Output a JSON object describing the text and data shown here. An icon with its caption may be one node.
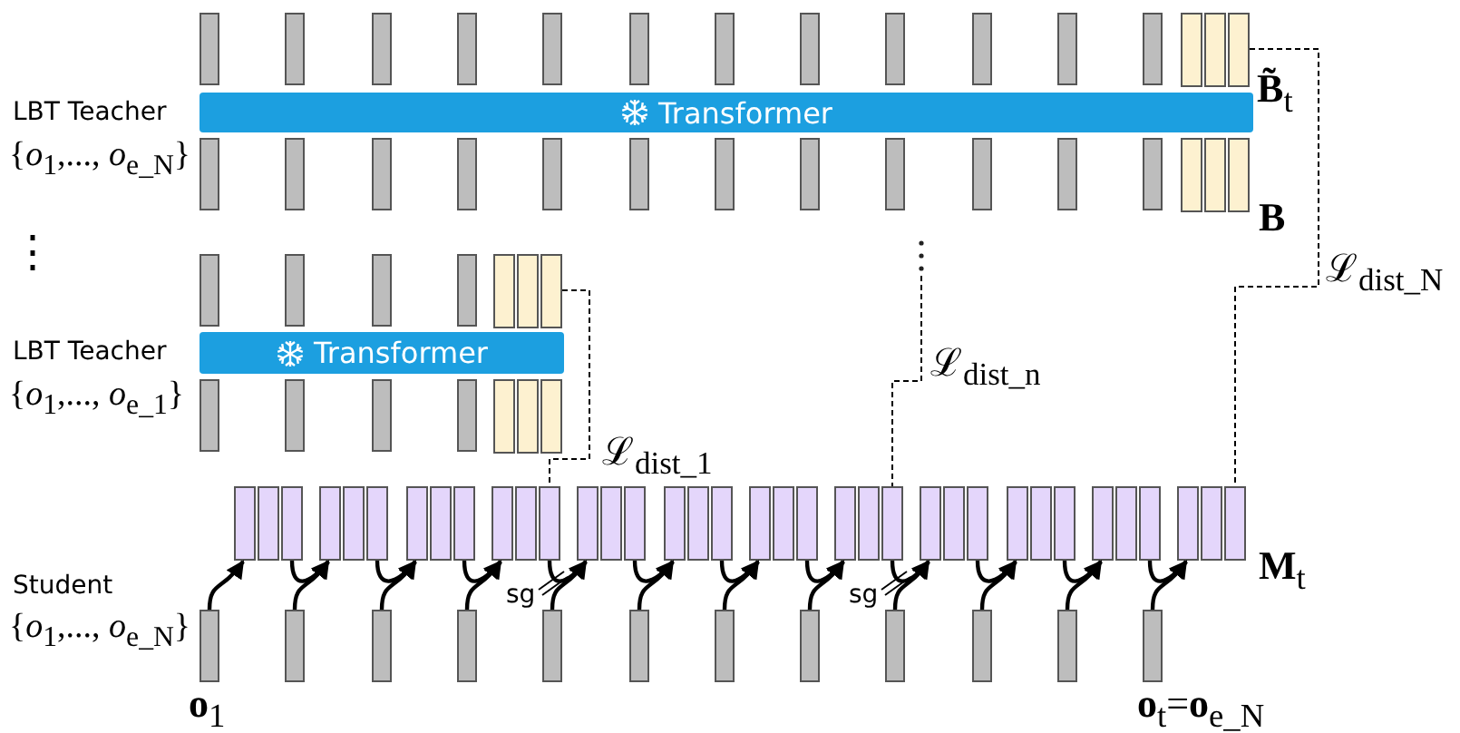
{
  "diagram": {
    "nodes": [
      {
        "text": [],
        "shape": "box"
      },
      {
        "text": [
          "Transformer"
        ]
      },
      {
        "text": [],
        "shape": "box"
      },
      {
        "text": [
          "Transformer"
        ]
      },
      {
        "text": [],
        "shape": "box"
      },
      {
        "text": [],
        "shape": "box"
      },
      {
        "text": [],
        "shape": "box"
      },
      {
        "text": [],
        "shape": "box"
      },
      {
        "text": [],
        "shape": "box"
      },
      {
        "text": [],
        "shape": "box"
      },
      {
        "text": [],
        "shape": "box"
      },
      {
        "text": [],
        "shape": "box"
      },
      {
        "text": [],
        "shape": "box"
      },
      {
        "text": [],
        "shape": "box"
      },
      {
        "text": [],
        "shape": "box"
      },
      {
        "text": [],
        "shape": "box"
      },
      {
        "text": [],
        "shape": "box"
      },
      {
        "text": [],
        "shape": "box"
      },
      {
        "text": [],
        "shape": "box"
      },
      {
        "text": [],
        "shape": "box"
      },
      {
        "text": [],
        "shape": "box"
      },
      {
        "text": [],
        "shape": "box"
      },
      {
        "text": [],
        "shape": "box"
      },
      {
        "text": [],
        "shape": "box"
      },
      {
        "text": [],
        "shape": "box"
      },
      {
        "text": [],
        "shape": "box"
      },
      {
        "text": [],
        "shape": "box"
      },
      {
        "text": [],
        "shape": "box"
      },
      {
        "text": [],
        "shape": "box"
      },
      {
        "text": [],
        "shape": "box"
      },
      {
        "text": [],
        "shape": "box"
      },
      {
        "text": [],
        "shape": "box"
      },
      {
        "text": [],
        "shape": "box"
      },
      {
        "text": [],
        "shape": "box"
      },
      {
        "text": [],
        "shape": "box"
      },
      {
        "text": [],
        "shape": "box"
      },
      {
        "text": [],
        "shape": "box"
      },
      {
        "text": [],
        "shape": "box"
      },
      {
        "text": [],
        "shape": "box"
      },
      {
        "text": [],
        "shape": "box"
      },
      {
        "text": [],
        "shape": "box"
      },
      {
        "text": [],
        "shape": "box"
      },
      {
        "text": [],
        "shape": "box"
      },
      {
        "text": [],
        "shape": "box"
      },
      {
        "text": [],
        "shape": "box"
      },
      {
        "text": [],
        "shape": "box"
      },
      {
        "text": [],
        "shape": "box"
      },
      {
        "text": [],
        "shape": "box"
      },
      {
        "text": [],
        "shape": "box"
      },
      {
        "text": [],
        "shape": "box"
      },
      {
        "text": [],
        "shape": "box"
      },
      {
        "text": [],
        "shape": "box"
      },
      {
        "text": [],
        "shape": "box"
      },
      {
        "text": [],
        "shape": "box"
      },
      {
        "text": [],
        "shape": "box"
      },
      {
        "text": [],
        "shape": "box"
      },
      {
        "text": [],
        "shape": "box"
      },
      {
        "text": [],
        "shape": "box"
      },
      {
        "text": [],
        "shape": "box"
      },
      {
        "text": [],
        "shape": "box"
      },
      {
        "text": [],
        "shape": "box"
      },
      {
        "text": [],
        "shape": "box"
      }
    ],
    "edges": [
      {
        "from": 0,
        "to": 15,
        "arrow": "none",
        "style": "dashed",
        "label": "ℒ$_{dist_N}$"
      },
      {
        "from": 2,
        "to": 7,
        "arrow": "none",
        "style": "dashed",
        "label": "ℒ$_{dist_1}$"
      },
      {
        "from": null,
        "to": 11,
        "arrow": "none",
        "style": "dashed",
        "label": "ℒ$_{dist_n}$"
      },
      {
        "from": 16,
        "to": 4,
        "arrow": "to"
      },
      {
        "from": 17,
        "to": 5,
        "arrow": "to"
      },
      {
        "from": 4,
        "to": 5,
        "arrow": "to"
      },
      {
        "from": 18,
        "to": 6,
        "arrow": "to"
      },
      {
        "from": 5,
        "to": 6,
        "arrow": "to"
      },
      {
        "from": 19,
        "to": 7,
        "arrow": "to"
      },
      {
        "from": 6,
        "to": 7,
        "arrow": "to"
      },
      {
        "from": 20,
        "to": 8,
        "arrow": "to"
      },
      {
        "from": 7,
        "to": 8,
        "arrow": "to",
        "label": "sg"
      },
      {
        "from": 21,
        "to": 9,
        "arrow": "to"
      },
      {
        "from": 8,
        "to": 9,
        "arrow": "to"
      },
      {
        "from": 22,
        "to": 10,
        "arrow": "to"
      },
      {
        "from": 9,
        "to": 10,
        "arrow": "to"
      },
      {
        "from": 23,
        "to": 11,
        "arrow": "to"
      },
      {
        "from": 10,
        "to": 11,
        "arrow": "to"
      },
      {
        "from": 24,
        "to": 12,
        "arrow": "to"
      },
      {
        "from": 11,
        "to": 12,
        "arrow": "to",
        "label": "sg"
      },
      {
        "from": 25,
        "to": 13,
        "arrow": "to"
      },
      {
        "from": 12,
        "to": 13,
        "arrow": "to"
      },
      {
        "from": 26,
        "to": 14,
        "arrow": "to"
      },
      {
        "from": 13,
        "to": 14,
        "arrow": "to"
      },
      {
        "from": 27,
        "to": 15,
        "arrow": "to"
      },
      {
        "from": 14,
        "to": 15,
        "arrow": "to"
      }
    ],
    "labels": [
      "LBT Teacher",
      "{*o*$_{1}$,..., *o*$_{e_N}$}",
      "**B̃**$_{t}$",
      "B",
      "⋮",
      "LBT Teacher",
      "{*o*$_{1}$,..., *o*$_{e_1}$}",
      "Student",
      "{*o*$_{1}$,..., *o*$_{e_N}$}",
      "**M**$_{t}$",
      "**o**$_{1}$",
      "**o**$_{t}$=**o**$_{e_N}$"
    ]
  }
}
